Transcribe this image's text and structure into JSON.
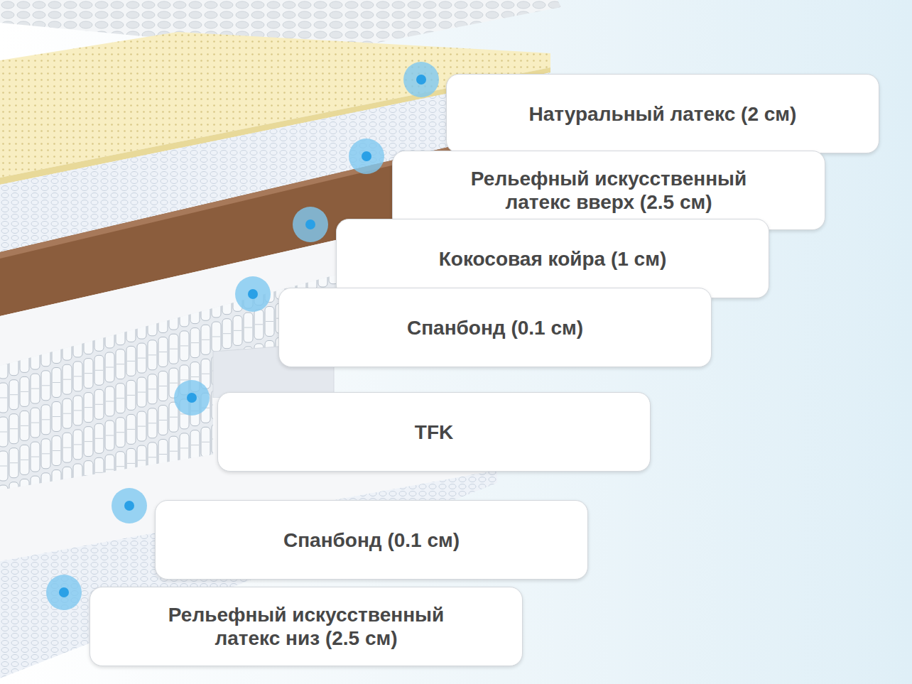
{
  "diagram": {
    "nodes": [
      {
        "text": [
          "Натуральный латекс (2 см)"
        ]
      },
      {
        "text": [
          "Рельефный искусственный латекс вверх (2.5 см)"
        ]
      },
      {
        "text": [
          "Кокосовая койра (1 см)"
        ]
      },
      {
        "text": [
          "Спанбонд (0.1 см)"
        ]
      },
      {
        "text": [
          "TFK"
        ]
      },
      {
        "text": [
          "Спанбонд (0.1 см)"
        ]
      },
      {
        "text": [
          "Рельефный искусственный латекс низ (2.5 см)"
        ]
      }
    ]
  }
}
